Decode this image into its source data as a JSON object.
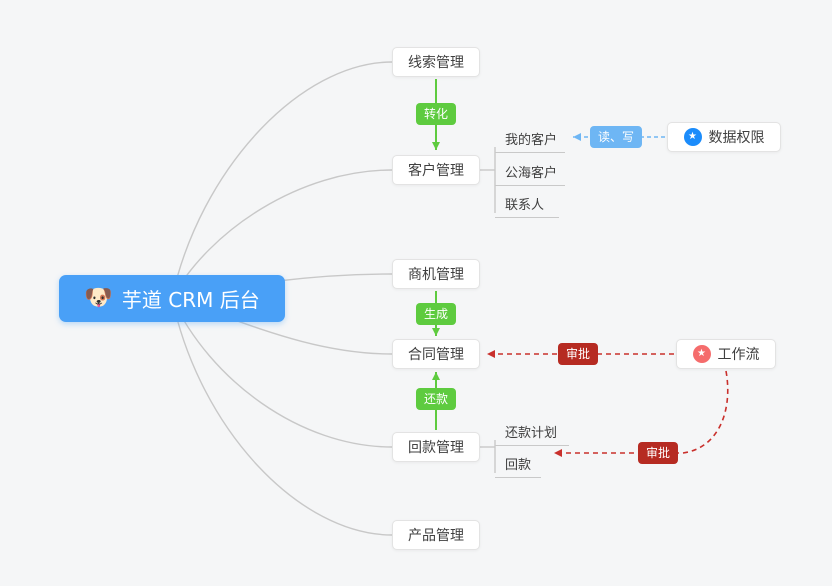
{
  "root": {
    "emoji": "🐶",
    "label": "芋道 CRM 后台"
  },
  "nodes": {
    "leads": {
      "label": "线索管理"
    },
    "customer": {
      "label": "客户管理"
    },
    "business": {
      "label": "商机管理"
    },
    "contract": {
      "label": "合同管理"
    },
    "receivable": {
      "label": "回款管理"
    },
    "product": {
      "label": "产品管理"
    },
    "data_permission": {
      "label": "数据权限",
      "icon": "star-in-blue-circle",
      "icon_color": "#1b8cfb"
    },
    "workflow": {
      "label": "工作流",
      "icon": "star-in-pink-circle",
      "icon_color": "#f56c6c"
    }
  },
  "sub_items": {
    "my_customer": {
      "label": "我的客户"
    },
    "public_customer": {
      "label": "公海客户"
    },
    "contact": {
      "label": "联系人"
    },
    "repayment_plan": {
      "label": "还款计划"
    },
    "repayment": {
      "label": "回款"
    }
  },
  "badges": {
    "convert": {
      "label": "转化",
      "color": "#5ecb3f"
    },
    "generate": {
      "label": "生成",
      "color": "#5ecb3f"
    },
    "repay": {
      "label": "还款",
      "color": "#5ecb3f"
    },
    "read_write": {
      "label": "读、写",
      "color": "#6eb6f4"
    },
    "approve_contract": {
      "label": "审批",
      "color": "#b62b22"
    },
    "approve_receivable": {
      "label": "审批",
      "color": "#b62b22"
    }
  },
  "icons": {
    "star": "★"
  },
  "colors": {
    "background": "#f5f6f7",
    "root_node": "#49a0f7",
    "edge_gray": "#c8c8c8",
    "arrow_green": "#5ecb3f",
    "arrow_blue": "#6eb6f4",
    "arrow_red": "#c9302c"
  }
}
